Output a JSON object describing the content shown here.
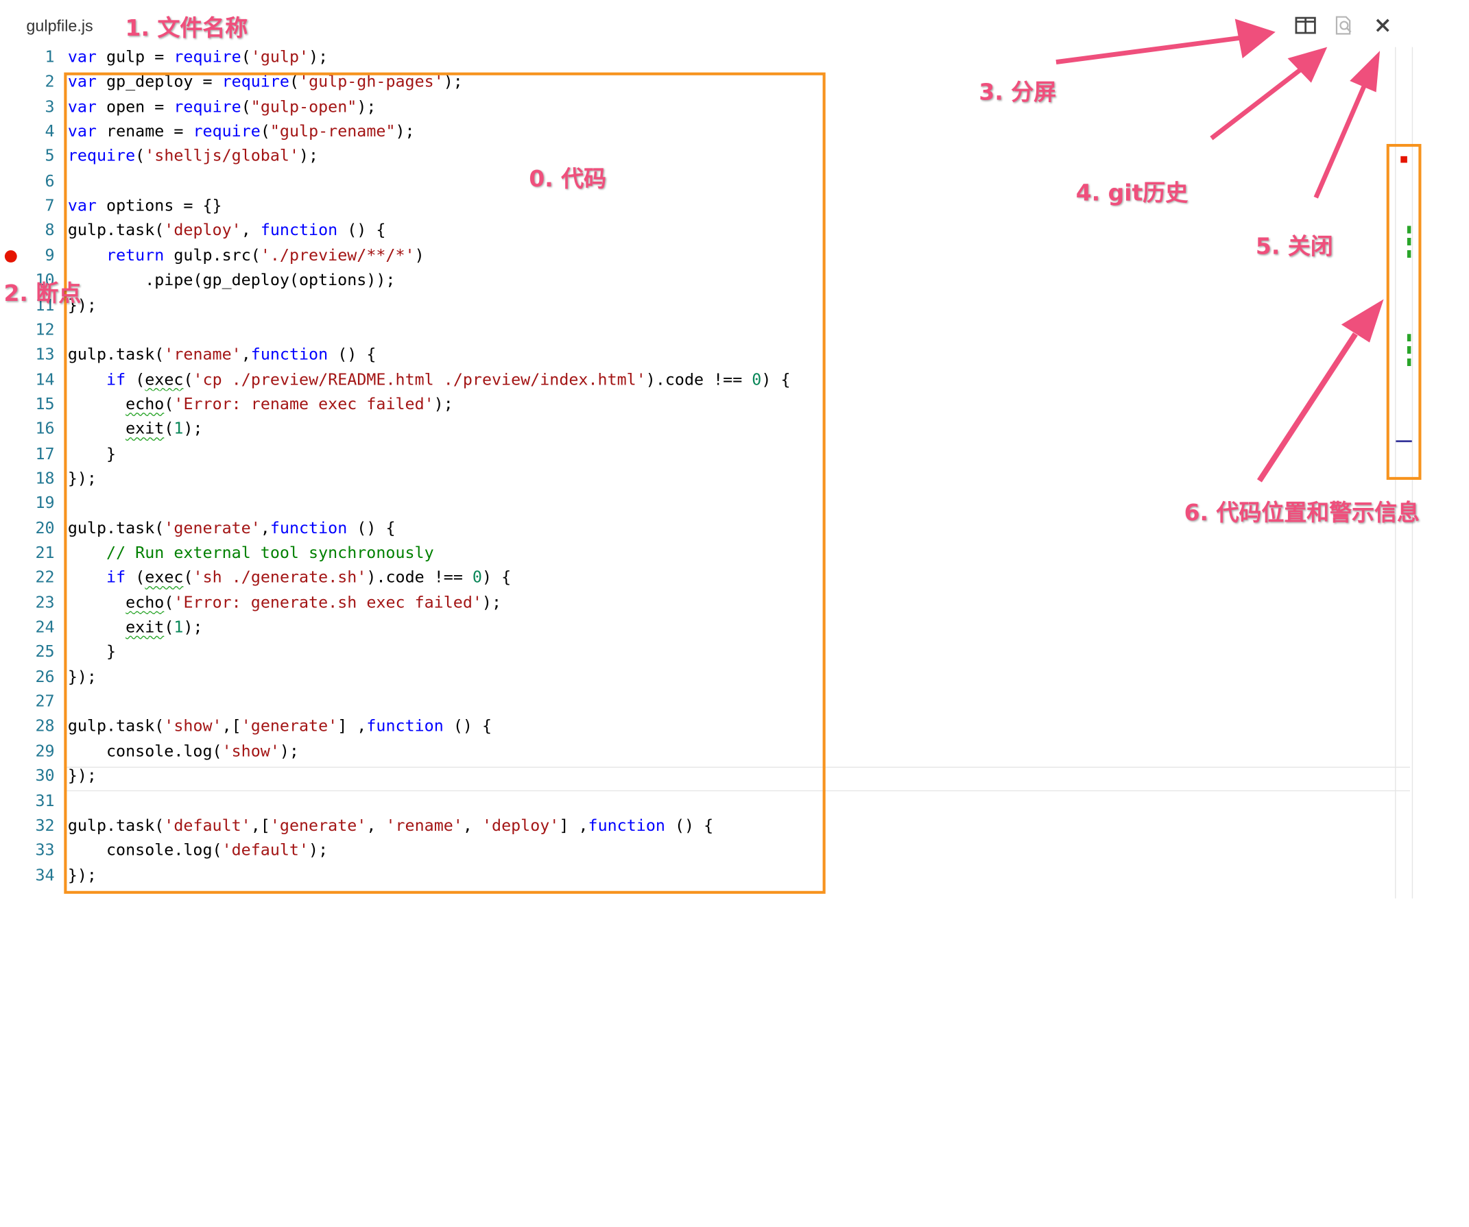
{
  "tab": {
    "title": "gulpfile.js"
  },
  "toolbar": {
    "split_icon": "split-editor-icon",
    "history_icon": "git-history-icon",
    "close_icon": "close-icon"
  },
  "annotations": {
    "file_name": "1. 文件名称",
    "code": "0. 代码",
    "breakpoint": "2. 断点",
    "split": "3. 分屏",
    "git_history": "4. git历史",
    "close": "5. 关闭",
    "overview": "6. 代码位置和警示信息"
  },
  "line_numbers": [
    "1",
    "2",
    "3",
    "4",
    "5",
    "6",
    "7",
    "8",
    "9",
    "10",
    "11",
    "12",
    "13",
    "14",
    "15",
    "16",
    "17",
    "18",
    "19",
    "20",
    "21",
    "22",
    "23",
    "24",
    "25",
    "26",
    "27",
    "28",
    "29",
    "30",
    "31",
    "32",
    "33",
    "34"
  ],
  "code_lines": [
    [
      [
        "k",
        "var"
      ],
      [
        "p",
        " gulp = "
      ],
      [
        "k",
        "require"
      ],
      [
        "p",
        "("
      ],
      [
        "s",
        "'gulp'"
      ],
      [
        "p",
        ");"
      ]
    ],
    [
      [
        "k",
        "var"
      ],
      [
        "p",
        " gp_deploy = "
      ],
      [
        "k",
        "require"
      ],
      [
        "p",
        "("
      ],
      [
        "s",
        "'gulp-gh-pages'"
      ],
      [
        "p",
        ");"
      ]
    ],
    [
      [
        "k",
        "var"
      ],
      [
        "p",
        " open = "
      ],
      [
        "k",
        "require"
      ],
      [
        "p",
        "("
      ],
      [
        "s",
        "\"gulp-open\""
      ],
      [
        "p",
        ");"
      ]
    ],
    [
      [
        "k",
        "var"
      ],
      [
        "p",
        " rename = "
      ],
      [
        "k",
        "require"
      ],
      [
        "p",
        "("
      ],
      [
        "s",
        "\"gulp-rename\""
      ],
      [
        "p",
        ");"
      ]
    ],
    [
      [
        "k",
        "require"
      ],
      [
        "p",
        "("
      ],
      [
        "s",
        "'shelljs/global'"
      ],
      [
        "p",
        ");"
      ]
    ],
    [],
    [
      [
        "k",
        "var"
      ],
      [
        "p",
        " options = {}"
      ]
    ],
    [
      [
        "p",
        "gulp.task("
      ],
      [
        "s",
        "'deploy'"
      ],
      [
        "p",
        ", "
      ],
      [
        "k",
        "function"
      ],
      [
        "p",
        " () {"
      ]
    ],
    [
      [
        "p",
        "    "
      ],
      [
        "k",
        "return"
      ],
      [
        "p",
        " gulp.src("
      ],
      [
        "s",
        "'./preview/**/*'"
      ],
      [
        "p",
        ")"
      ]
    ],
    [
      [
        "p",
        "        .pipe(gp_deploy(options));"
      ]
    ],
    [
      [
        "p",
        "});"
      ]
    ],
    [],
    [
      [
        "p",
        "gulp.task("
      ],
      [
        "s",
        "'rename'"
      ],
      [
        "p",
        ","
      ],
      [
        "k",
        "function"
      ],
      [
        "p",
        " () {"
      ]
    ],
    [
      [
        "p",
        "    "
      ],
      [
        "k",
        "if"
      ],
      [
        "p",
        " ("
      ],
      [
        "w",
        "exec"
      ],
      [
        "p",
        "("
      ],
      [
        "s",
        "'cp ./preview/README.html ./preview/index.html'"
      ],
      [
        "p",
        ").code !== "
      ],
      [
        "n",
        "0"
      ],
      [
        "p",
        ") {"
      ]
    ],
    [
      [
        "p",
        "      "
      ],
      [
        "w",
        "echo"
      ],
      [
        "p",
        "("
      ],
      [
        "s",
        "'Error: rename exec failed'"
      ],
      [
        "p",
        ");"
      ]
    ],
    [
      [
        "p",
        "      "
      ],
      [
        "w",
        "exit"
      ],
      [
        "p",
        "("
      ],
      [
        "n",
        "1"
      ],
      [
        "p",
        ");"
      ]
    ],
    [
      [
        "p",
        "    }"
      ]
    ],
    [
      [
        "p",
        "});"
      ]
    ],
    [],
    [
      [
        "p",
        "gulp.task("
      ],
      [
        "s",
        "'generate'"
      ],
      [
        "p",
        ","
      ],
      [
        "k",
        "function"
      ],
      [
        "p",
        " () {"
      ]
    ],
    [
      [
        "p",
        "    "
      ],
      [
        "c",
        "// Run external tool synchronously"
      ]
    ],
    [
      [
        "p",
        "    "
      ],
      [
        "k",
        "if"
      ],
      [
        "p",
        " ("
      ],
      [
        "w",
        "exec"
      ],
      [
        "p",
        "("
      ],
      [
        "s",
        "'sh ./generate.sh'"
      ],
      [
        "p",
        ").code !== "
      ],
      [
        "n",
        "0"
      ],
      [
        "p",
        ") {"
      ]
    ],
    [
      [
        "p",
        "      "
      ],
      [
        "w",
        "echo"
      ],
      [
        "p",
        "("
      ],
      [
        "s",
        "'Error: generate.sh exec failed'"
      ],
      [
        "p",
        ");"
      ]
    ],
    [
      [
        "p",
        "      "
      ],
      [
        "w",
        "exit"
      ],
      [
        "p",
        "("
      ],
      [
        "n",
        "1"
      ],
      [
        "p",
        ");"
      ]
    ],
    [
      [
        "p",
        "    }"
      ]
    ],
    [
      [
        "p",
        "});"
      ]
    ],
    [],
    [
      [
        "p",
        "gulp.task("
      ],
      [
        "s",
        "'show'"
      ],
      [
        "p",
        ",["
      ],
      [
        "s",
        "'generate'"
      ],
      [
        "p",
        "] ,"
      ],
      [
        "k",
        "function"
      ],
      [
        "p",
        " () {"
      ]
    ],
    [
      [
        "p",
        "    console.log("
      ],
      [
        "s",
        "'show'"
      ],
      [
        "p",
        ");"
      ]
    ],
    [
      [
        "p",
        "});"
      ]
    ],
    [],
    [
      [
        "p",
        "gulp.task("
      ],
      [
        "s",
        "'default'"
      ],
      [
        "p",
        ",["
      ],
      [
        "s",
        "'generate'"
      ],
      [
        "p",
        ", "
      ],
      [
        "s",
        "'rename'"
      ],
      [
        "p",
        ", "
      ],
      [
        "s",
        "'deploy'"
      ],
      [
        "p",
        "] ,"
      ],
      [
        "k",
        "function"
      ],
      [
        "p",
        " () {"
      ]
    ],
    [
      [
        "p",
        "    console.log("
      ],
      [
        "s",
        "'default'"
      ],
      [
        "p",
        ");"
      ]
    ],
    [
      [
        "p",
        "});"
      ]
    ]
  ],
  "colors": {
    "keyword": "#0000ff",
    "string": "#a31515",
    "number": "#098658",
    "comment": "#008000",
    "line_number": "#237893",
    "annotation": "#ef4f7c",
    "highlight_box": "#f7931e",
    "breakpoint": "#e51400",
    "overview_error": "#e51400",
    "overview_change": "#2aa52a",
    "overview_cursor": "#333399"
  }
}
